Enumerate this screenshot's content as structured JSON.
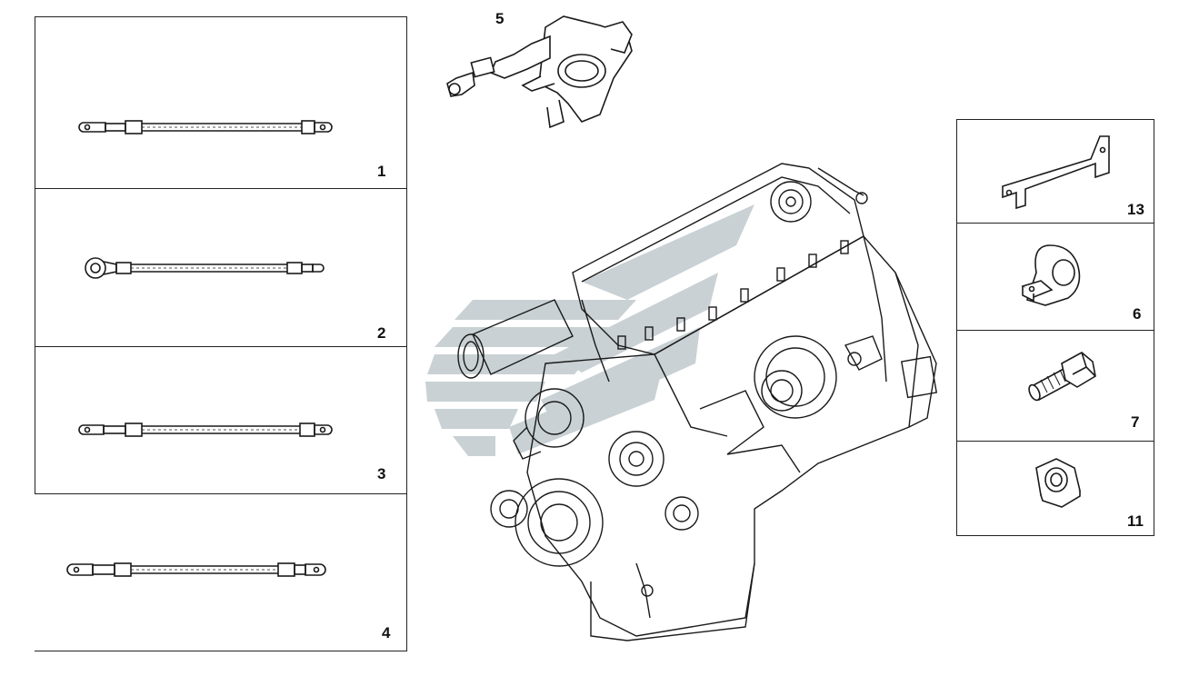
{
  "callouts": {
    "item_1": "1",
    "item_2": "2",
    "item_3": "3",
    "item_4": "4",
    "item_5": "5",
    "item_6": "6",
    "item_7": "7",
    "item_11": "11",
    "item_13": "13"
  },
  "colors": {
    "line": "#1a1a1a",
    "watermark": "#c8d0d3",
    "background": "#ffffff"
  }
}
